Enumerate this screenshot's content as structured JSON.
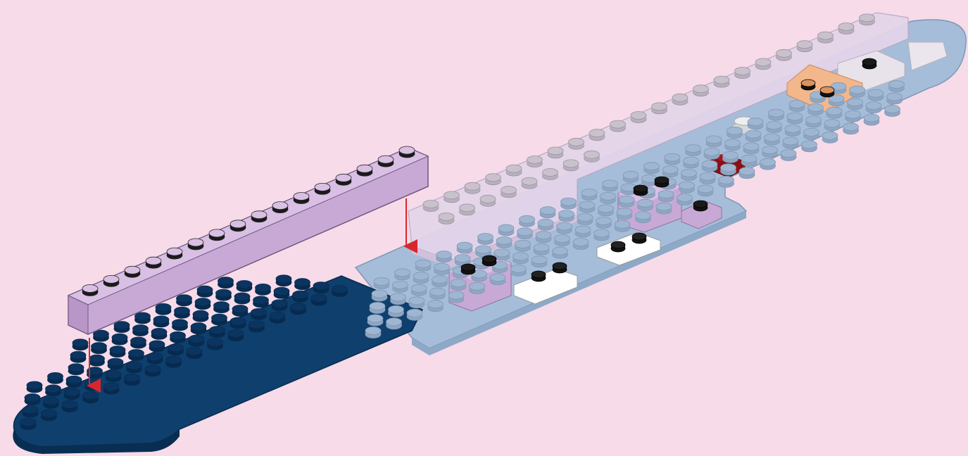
{
  "colors": {
    "background": "#f7dbe8",
    "base_plate": "#a5bdd8",
    "base_plate_top": "#b4c9e0",
    "dark_plate": "#0e3f6d",
    "dark_plate_stud": "#072b4f",
    "lavender_brick": "#c8a9d6",
    "lavender_brick_top": "#d9bfe3",
    "light_lavender": "#e4d5ea",
    "white_plate": "#ffffff",
    "tan_plate": "#f3b78c",
    "dark_red_tile": "#8c0f14",
    "stud_dark": "#111111",
    "arrow": "#d9262c",
    "outline": "#1d1d1d"
  },
  "parts": {
    "falling_brick": "lavender-1x16-brick",
    "target_plate": "dark-blue-wedge-plate",
    "assembled_base": "light-blue-base-plate",
    "accessories": [
      "lavender-2x2-brick",
      "lavender-1x2-brick",
      "white-1x2-plate",
      "tan-plate",
      "dark-red-1x1-tile",
      "trans-clear-stud"
    ]
  },
  "instruction": {
    "arrow_icon": "red-down-arrow",
    "arrow_count": 2
  }
}
